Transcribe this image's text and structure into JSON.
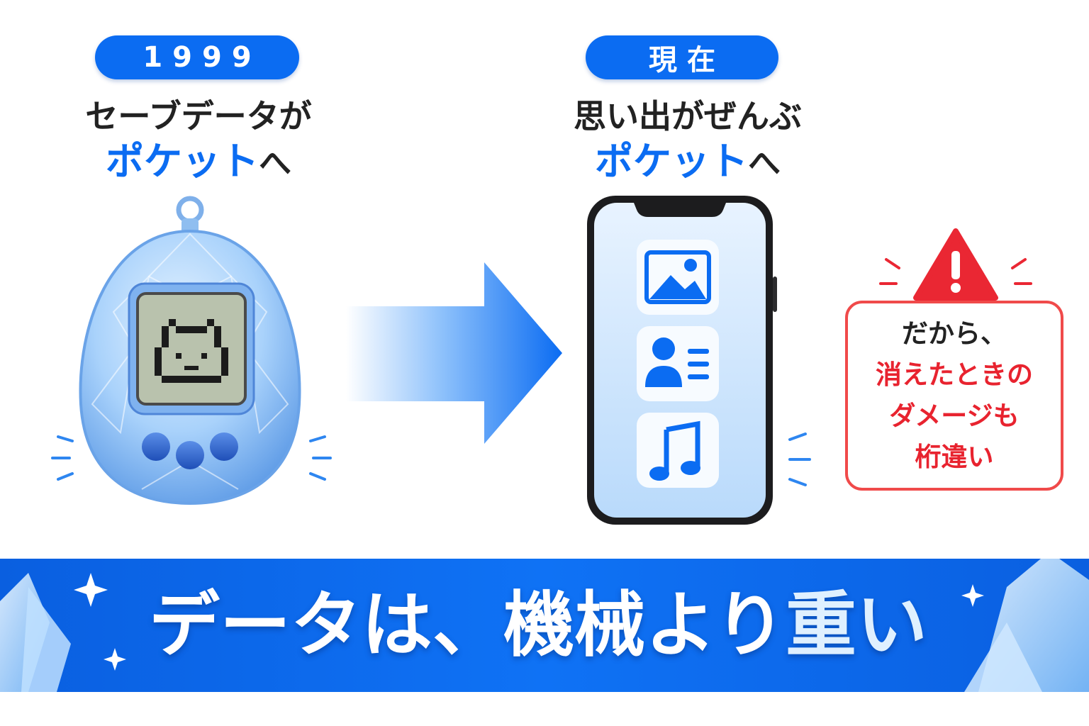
{
  "left": {
    "badge": "1999",
    "line1": "セーブデータが",
    "highlight": "ポケット",
    "suffix": "へ"
  },
  "right": {
    "badge": "現在",
    "line1": "思い出がぜんぶ",
    "highlight": "ポケット",
    "suffix": "へ"
  },
  "phone_apps": [
    "photo-icon",
    "contact-icon",
    "music-icon"
  ],
  "warning": {
    "line1": "だから、",
    "line2": "消えたときの",
    "line3": "ダメージも",
    "line4": "桁違い"
  },
  "banner": {
    "text_main": "データは、機械より",
    "text_emphasis": "重い"
  },
  "colors": {
    "accent": "#0b6cf2",
    "warning": "#e8232f",
    "banner": "#0f72f5"
  }
}
